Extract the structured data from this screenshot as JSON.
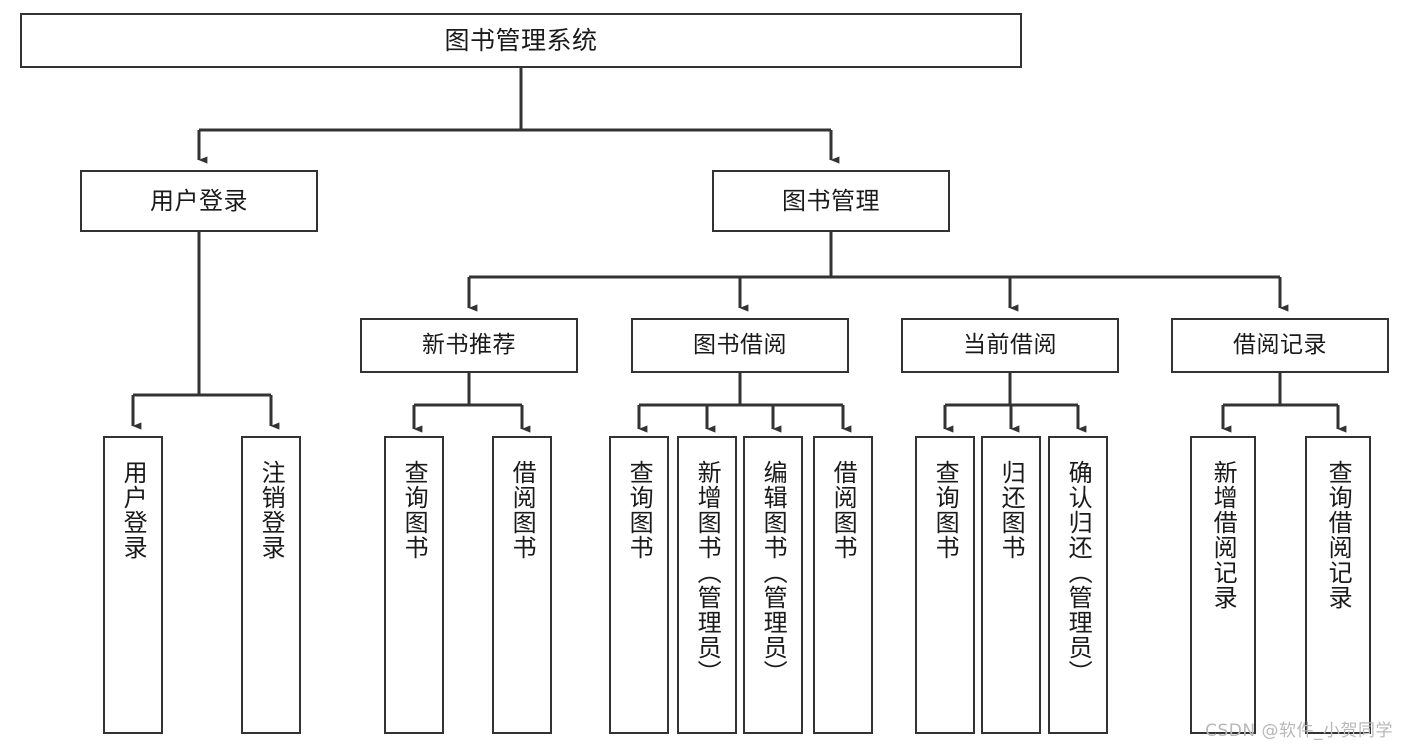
{
  "diagram": {
    "title": "图书管理系统",
    "type": "hierarchy-tree",
    "watermark": "CSDN @软件_小贺同学",
    "colors": {
      "background": "#ffffff",
      "box_border": "#333333",
      "box_fill": "#ffffff",
      "connector": "#333333",
      "text": "#1a1a1a",
      "watermark": "#b8b8b8"
    },
    "nodes": {
      "root": {
        "label": "图书管理系统"
      },
      "level2": [
        {
          "id": "user-login",
          "label": "用户登录"
        },
        {
          "id": "book-management",
          "label": "图书管理"
        }
      ],
      "level3": [
        {
          "id": "new-book-recommend",
          "label": "新书推荐"
        },
        {
          "id": "book-borrow",
          "label": "图书借阅"
        },
        {
          "id": "current-borrow",
          "label": "当前借阅"
        },
        {
          "id": "borrow-record",
          "label": "借阅记录"
        }
      ],
      "leaves": {
        "user_login": [
          {
            "id": "login",
            "label": "用户登录"
          },
          {
            "id": "logout",
            "label": "注销登录"
          }
        ],
        "new_book_recommend": [
          {
            "id": "query-book-1",
            "label": "查询图书"
          },
          {
            "id": "borrow-book-1",
            "label": "借阅图书"
          }
        ],
        "book_borrow": [
          {
            "id": "query-book-2",
            "label": "查询图书"
          },
          {
            "id": "add-book",
            "label": "新增图书（管理员）"
          },
          {
            "id": "edit-book",
            "label": "编辑图书（管理员）"
          },
          {
            "id": "borrow-book-2",
            "label": "借阅图书"
          }
        ],
        "current_borrow": [
          {
            "id": "query-book-3",
            "label": "查询图书"
          },
          {
            "id": "return-book",
            "label": "归还图书"
          },
          {
            "id": "confirm-return",
            "label": "确认归还（管理员）"
          }
        ],
        "borrow_record": [
          {
            "id": "add-record",
            "label": "新增借阅记录"
          },
          {
            "id": "query-record",
            "label": "查询借阅记录"
          }
        ]
      }
    }
  }
}
